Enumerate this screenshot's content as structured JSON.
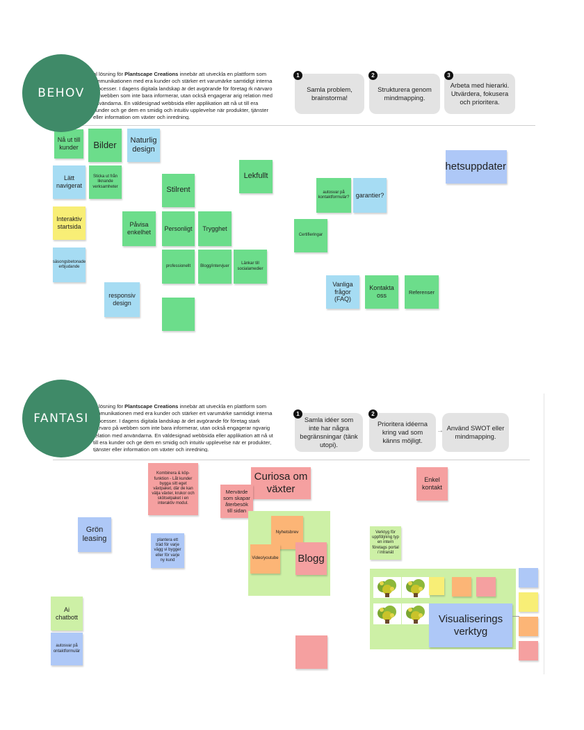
{
  "behov": {
    "title": "BEHOV",
    "intro_prefix": "al lösning för ",
    "intro_brand": "Plantscape Creations",
    "intro_rest": " innebär att utveckla en plattform som ommunikationen med era kunder och stärker ert varumärke samtidigt interna processer. I dagens digitala landskap är det avgörande för företag rk närvaro på webben som inte bara informerar, utan också engagerar arig relation med användarna. En väldesignad webbsida eller applikation att nå ut till era kunder och ge dem en smidig och intuitiv upplevelse när produkter, tjänster eller information om växter och inredning.",
    "steps": [
      {
        "num": "1",
        "text": "Samla problem, brainstorma!"
      },
      {
        "num": "2",
        "text": "Strukturera genom mindmapping."
      },
      {
        "num": "3",
        "text": "Arbeta med hierarki. Utvärdera, fokusera och prioritera."
      }
    ],
    "notes": [
      "Nå ut till kunder",
      "Bilder",
      "Naturlig design",
      "Lätt navigerat",
      "Sticka ut från liknande verksamheter",
      "Stilrent",
      "Lekfullt",
      "Interaktiv startsida",
      "Påvisa enkelhet",
      "Personligt",
      "Trygghet",
      "säsongsbetonade erbjudande",
      "professionellt",
      "Blogg/intervjuer",
      "Länkar till socialamedier",
      "responsiv design",
      "",
      "autosvar på kontaktformulär?",
      "garantier?",
      "Certifieringar",
      "Vanliga frågor (FAQ)",
      "Kontakta oss",
      "Referenser",
      "Nyhetsuppdatering"
    ]
  },
  "fantasi": {
    "title": "FANTASI",
    "intro_prefix": "al lösning för ",
    "intro_brand": "Plantscape Creations",
    "intro_rest": " innebär att utveckla en plattform som ommunikationen med era kunder och stärker ert varumärke samtidigt interna processer. I dagens digitala landskap är det avgörande för företag stark närvaro på webben som inte bara informerar, utan också engagerar ngvarig relation med användarna. En väldesignad webbsida eller applikation att nå ut till era kunder och ge dem en smidig och intuitiv upplevelse när er produkter, tjänster eller information om växter och inredning.",
    "steps": [
      {
        "num": "1",
        "text": "Samla idéer som inte har några begränsningar (tänk utopi)."
      },
      {
        "num": "2",
        "text": "Prioritera idéerna kring vad som känns möjligt."
      },
      {
        "num": "",
        "text": "Använd SWOT eller mindmapping."
      }
    ],
    "notes": [
      "Kombinera & köp-funktion - Låt kunder bygga sitt eget växtpaket, där de kan välja växter, krukor och skötselpaket i en interaktiv modul.",
      "Curiosa om växter",
      "Mervärde som skapar återbesök till sidan",
      "Enkel kontakt",
      "Grön leasing",
      "plantera ett träd för varje vägg vi bygger eller för varje ny kund",
      "Nyhetsbrev",
      "Video/youtube",
      "Blogg",
      "Verktyg för uppföljning typ en intern företags portal / intranät",
      "Ai chatbott",
      "autosvar på ontaktformulär",
      "",
      "Visualiserings verktyg"
    ]
  },
  "colors": {
    "circle": "#3f8a68",
    "green": "#6cdd8b",
    "blue": "#a6dcf3",
    "yellow": "#f8ee76",
    "purple_blue": "#aec8f7",
    "red": "#f5a0a0",
    "orange": "#fcb576",
    "light_green": "#cdf0a6"
  },
  "icons": [
    "plant-thumbnail"
  ]
}
